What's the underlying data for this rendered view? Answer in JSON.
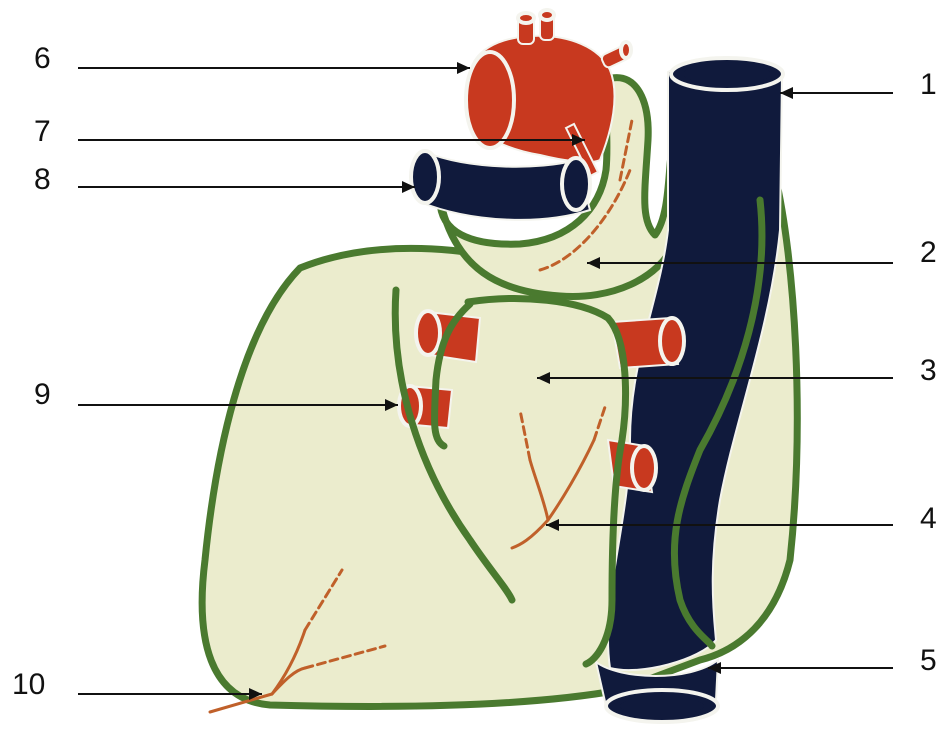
{
  "colors": {
    "background": "#ffffff",
    "pericardium": "#ebeccd",
    "pericardium_line": "#4a7a2f",
    "artery": "#c8391f",
    "vein": "#101a3c",
    "vessel_rim": "#f4f4ee",
    "nerve": "#c0602a",
    "pointer": "#111111"
  },
  "labels": [
    "1",
    "2",
    "3",
    "4",
    "5",
    "6",
    "7",
    "8",
    "9",
    "10"
  ]
}
